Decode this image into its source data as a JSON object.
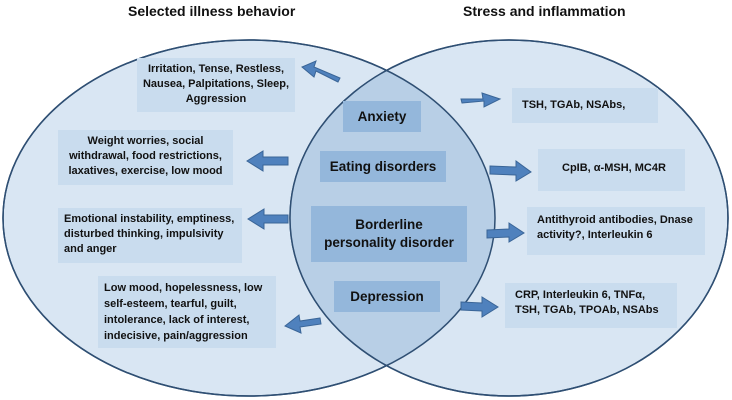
{
  "headings": {
    "left": "Selected illness behavior",
    "right": "Stress and inflammation"
  },
  "center": {
    "anxiety": "Anxiety",
    "eating": "Eating disorders",
    "borderline_line1": "Borderline",
    "borderline_line2": "personality disorder",
    "depression": "Depression"
  },
  "left_boxes": {
    "anxiety": [
      "Irritation, Tense, Restless,",
      "Nausea, Palpitations, Sleep,",
      "Aggression"
    ],
    "eating": [
      "Weight worries, social",
      "withdrawal, food restrictions,",
      "laxatives, exercise, low mood"
    ],
    "borderline": [
      "Emotional instability, emptiness,",
      "disturbed thinking, impulsivity",
      "and anger"
    ],
    "depression": [
      "Low mood, hopelessness, low",
      "self-esteem, tearful, guilt,",
      "intolerance, lack of interest,",
      "indecisive, pain/aggression"
    ]
  },
  "right_boxes": {
    "anxiety": [
      "TSH, TGAb, NSAbs,"
    ],
    "eating": [
      "CpIB, α-MSH, MC4R"
    ],
    "borderline": [
      "Antithyroid antibodies, Dnase",
      "activity?, Interleukin 6"
    ],
    "depression": [
      "CRP, Interleukin 6, TNFα,",
      "TSH, TGAb, TPOAb, NSAbs"
    ]
  },
  "colors": {
    "circle_fill": "#d9e6f3",
    "overlap_fill": "#b8cfe6",
    "circle_stroke": "#2f4f73",
    "box_fill": "#c9dcee",
    "center_box_fill": "#94b7db",
    "arrow_fill": "#4f81bd",
    "arrow_stroke": "#3a6597"
  }
}
